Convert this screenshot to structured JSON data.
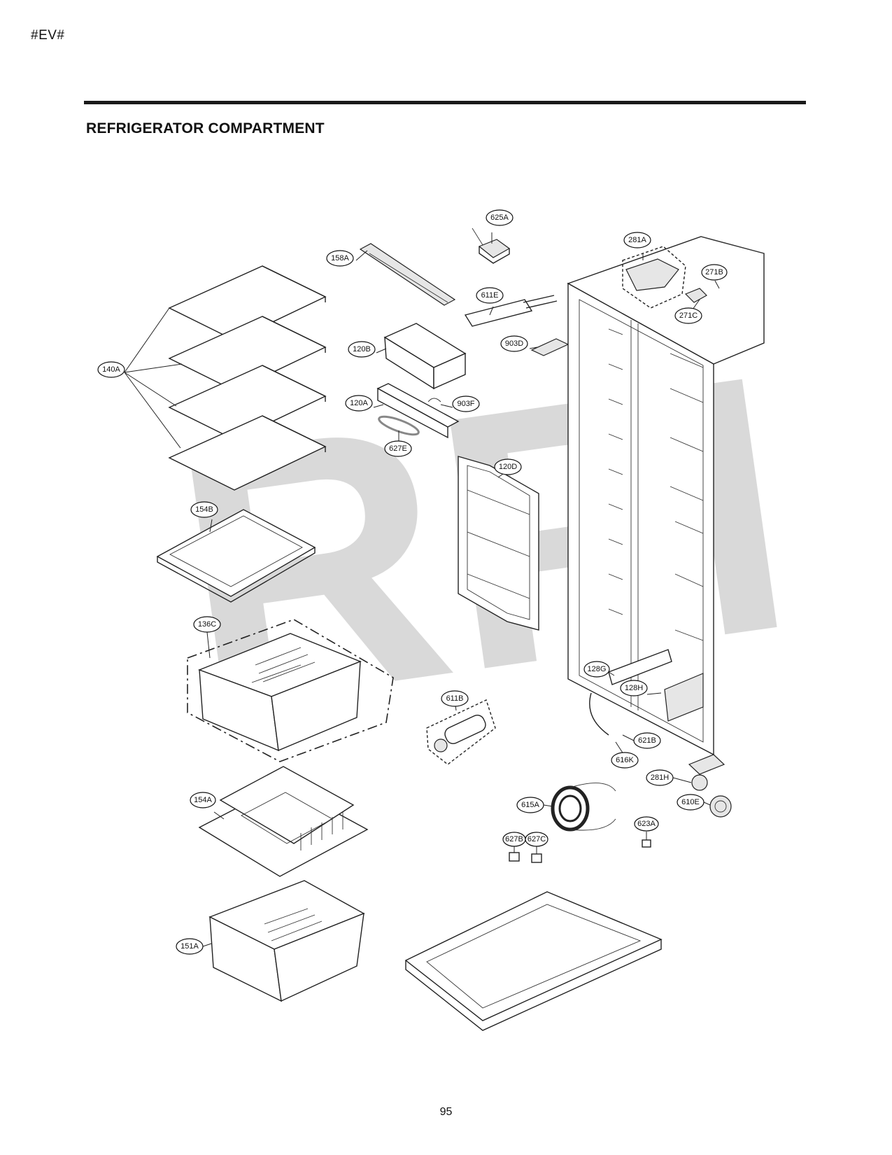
{
  "header": {
    "corner_code": "#EV#"
  },
  "section": {
    "title": "REFRIGERATOR COMPARTMENT"
  },
  "watermark": {
    "text": "RPI"
  },
  "footer": {
    "page_number": "95"
  },
  "parts": {
    "p625A": "625A",
    "p281A": "281A",
    "p158A": "158A",
    "p271B": "271B",
    "p611E": "611E",
    "p271C": "271C",
    "p903D": "903D",
    "p120B": "120B",
    "p140A": "140A",
    "p120A": "120A",
    "p903F": "903F",
    "p627E": "627E",
    "p120D": "120D",
    "p154B": "154B",
    "p136C": "136C",
    "p128G": "128G",
    "p128H": "128H",
    "p611B": "611B",
    "p621B": "621B",
    "p616K": "616K",
    "p281H": "281H",
    "p154A": "154A",
    "p615A": "615A",
    "p610E": "610E",
    "p623A": "623A",
    "p627B": "627B",
    "p627C": "627C",
    "p151A": "151A"
  }
}
